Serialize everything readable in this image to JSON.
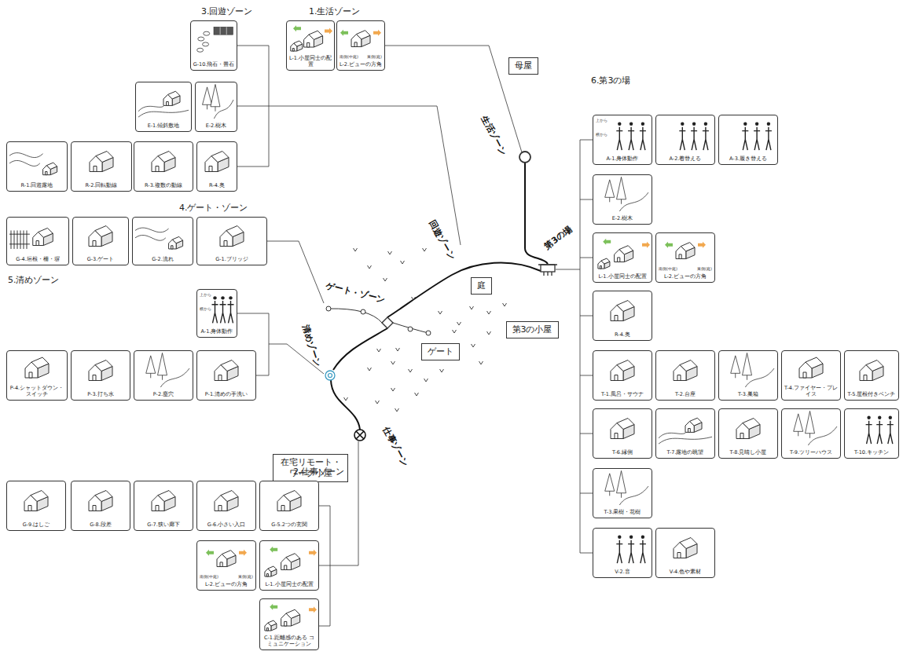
{
  "diagram": {
    "nodes": [
      {
        "text": [
          "母屋"
        ]
      },
      {
        "text": [
          "生活ゾーン"
        ]
      },
      {
        "text": [
          "第3の場"
        ]
      },
      {
        "text": [
          "回遊ゾーン"
        ]
      },
      {
        "text": [
          "庭"
        ]
      },
      {
        "text": [
          "ゲート・ゾーン"
        ]
      },
      {
        "text": [
          "ゲート"
        ]
      },
      {
        "text": [
          "第3の小屋"
        ]
      },
      {
        "text": [
          "清めゾーン"
        ]
      },
      {
        "text": [
          "仕事ゾーン"
        ]
      },
      {
        "text": [
          "在宅リモート・ ワーク小屋"
        ]
      },
      {
        "text": [
          "L-1.小屋同士の配置"
        ]
      },
      {
        "text": [
          "L-2.ビューの方角",
          "南側(中庭)",
          "東側(庭)"
        ]
      },
      {
        "text": [
          "G-10.飛石・畳石"
        ]
      },
      {
        "text": [
          "E-1.傾斜敷地"
        ]
      },
      {
        "text": [
          "E-2.樹木"
        ]
      },
      {
        "text": [
          "R-1.回遊露地"
        ]
      },
      {
        "text": [
          "R-2.回転動線"
        ]
      },
      {
        "text": [
          "R-3.複数の動線"
        ]
      },
      {
        "text": [
          "R-4.奥"
        ]
      },
      {
        "text": [
          "G-4.垣根・柵・塀"
        ]
      },
      {
        "text": [
          "G-3.ゲート"
        ]
      },
      {
        "text": [
          "G-2.流れ"
        ]
      },
      {
        "text": [
          "G-1.ブリッジ"
        ]
      },
      {
        "text": [
          "A-1.身体動作",
          "上から",
          "横から"
        ]
      },
      {
        "text": [
          "P-4.シャットダウン・スイッチ"
        ]
      },
      {
        "text": [
          "P-3.打ち水"
        ]
      },
      {
        "text": [
          "P-2.塵穴"
        ]
      },
      {
        "text": [
          "P-1.清めの手洗い"
        ]
      },
      {
        "text": [
          "G-9.はしご"
        ]
      },
      {
        "text": [
          "G-8.段差"
        ]
      },
      {
        "text": [
          "G-7.狭い廊下"
        ]
      },
      {
        "text": [
          "G-6.小さい入口"
        ]
      },
      {
        "text": [
          "G-5.2つの玄関"
        ]
      },
      {
        "text": [
          "L-2.ビューの方角",
          "南側(中庭)",
          "東側(庭)"
        ]
      },
      {
        "text": [
          "L-1.小屋同士の配置"
        ]
      },
      {
        "text": [
          "C-1.距離感のある コミュニケーション"
        ]
      },
      {
        "text": [
          "A-1.身体動作",
          "上から",
          "横から"
        ]
      },
      {
        "text": [
          "A-2.着替える"
        ]
      },
      {
        "text": [
          "A-3.履き替える"
        ]
      },
      {
        "text": [
          "E-2.樹木"
        ]
      },
      {
        "text": [
          "L-1.小屋同士の配置"
        ]
      },
      {
        "text": [
          "L-2.ビューの方角",
          "南側(中庭)",
          "東側(庭)"
        ]
      },
      {
        "text": [
          "R-4.奥"
        ]
      },
      {
        "text": [
          "T-1.風呂・サウナ"
        ]
      },
      {
        "text": [
          "T-2.台座"
        ]
      },
      {
        "text": [
          "T-3.巣箱"
        ]
      },
      {
        "text": [
          "T-4.ファイヤー・プレイス"
        ]
      },
      {
        "text": [
          "T-5.屋根付きベンチ"
        ]
      },
      {
        "text": [
          "T-6.縁側"
        ]
      },
      {
        "text": [
          "T-7.露地の眺望"
        ]
      },
      {
        "text": [
          "T-8.見晴し小屋"
        ]
      },
      {
        "text": [
          "T-9.ツリーハウス"
        ]
      },
      {
        "text": [
          "T-10.キッチン"
        ]
      },
      {
        "text": [
          "T-3.果樹・花樹"
        ]
      },
      {
        "text": [
          "V-2.音"
        ]
      },
      {
        "text": [
          "V-4.色や素材"
        ]
      }
    ],
    "labels": [
      "3.回遊ゾーン",
      "1.生活ゾーン",
      "6.第3の場",
      "4.ゲート・ゾーン",
      "5.清めゾーン",
      "2.仕事ゾーン"
    ]
  }
}
